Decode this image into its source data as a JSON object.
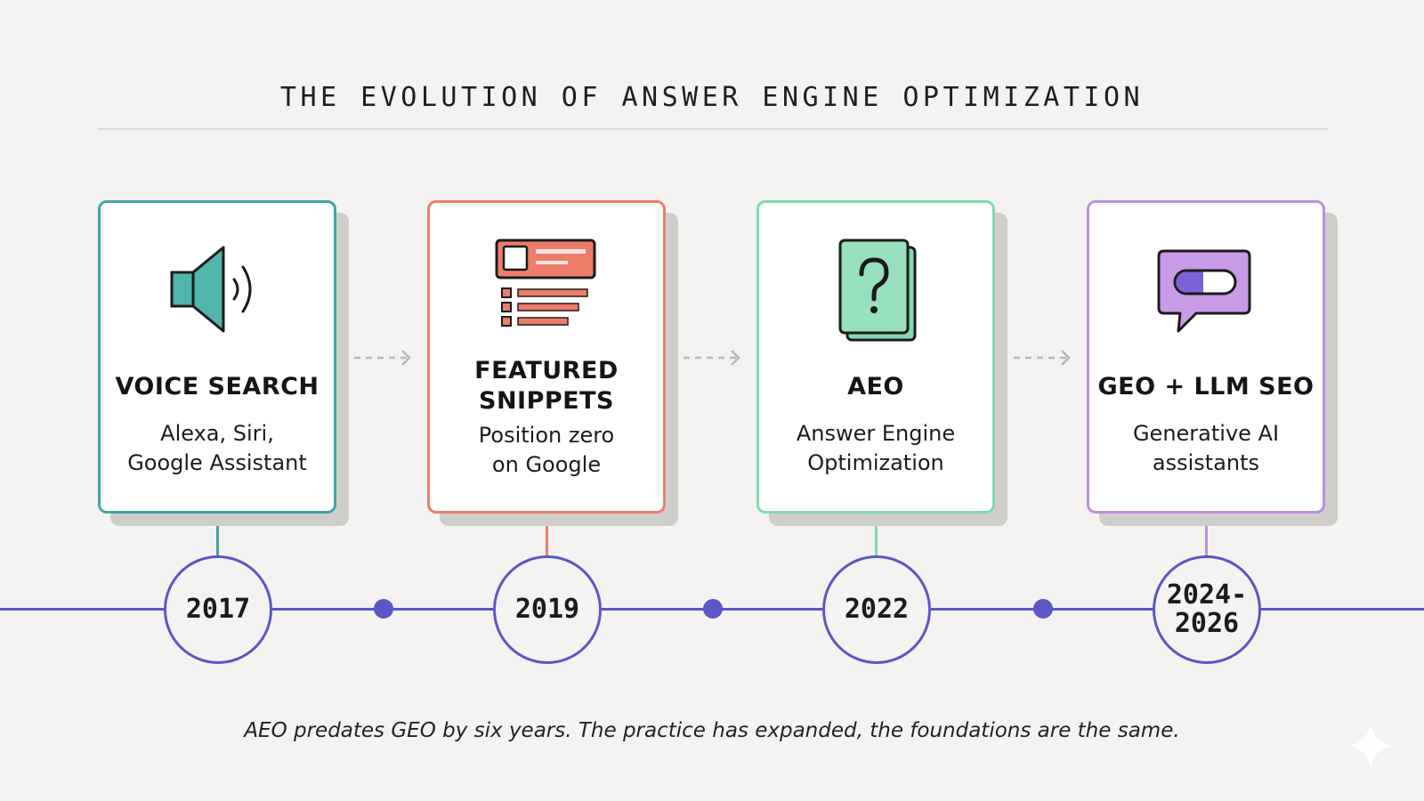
{
  "title": "THE EVOLUTION OF ANSWER ENGINE OPTIMIZATION",
  "colors": {
    "background": "#f4f3f1",
    "timeline": "#5c56c6",
    "voice_search": "#3fa6a6",
    "featured_snippets": "#ec7d6b",
    "aeo": "#7ed9b1",
    "geo_llm_seo": "#bb8fde"
  },
  "milestones": [
    {
      "heading": "VOICE SEARCH",
      "description": "Alexa, Siri,\nGoogle Assistant",
      "year": "2017",
      "icon": "speaker-icon",
      "color": "#3fa6a6"
    },
    {
      "heading": "FEATURED\nSNIPPETS",
      "description": "Position zero\non Google",
      "year": "2019",
      "icon": "featured-snippet-icon",
      "color": "#ec7d6b"
    },
    {
      "heading": "AEO",
      "description": "Answer Engine\nOptimization",
      "year": "2022",
      "icon": "question-card-icon",
      "color": "#7ed9b1"
    },
    {
      "heading": "GEO + LLM SEO",
      "description": "Generative AI\nassistants",
      "year": "2024-\n2026",
      "icon": "chat-bubble-toggle-icon",
      "color": "#bb8fde"
    }
  ],
  "footnote": "AEO predates GEO by six years. The practice has expanded, the foundations are the same.",
  "decorations": {
    "watermark_icon": "sparkle-icon",
    "arrow_icon": "dashed-arrow-icon"
  }
}
